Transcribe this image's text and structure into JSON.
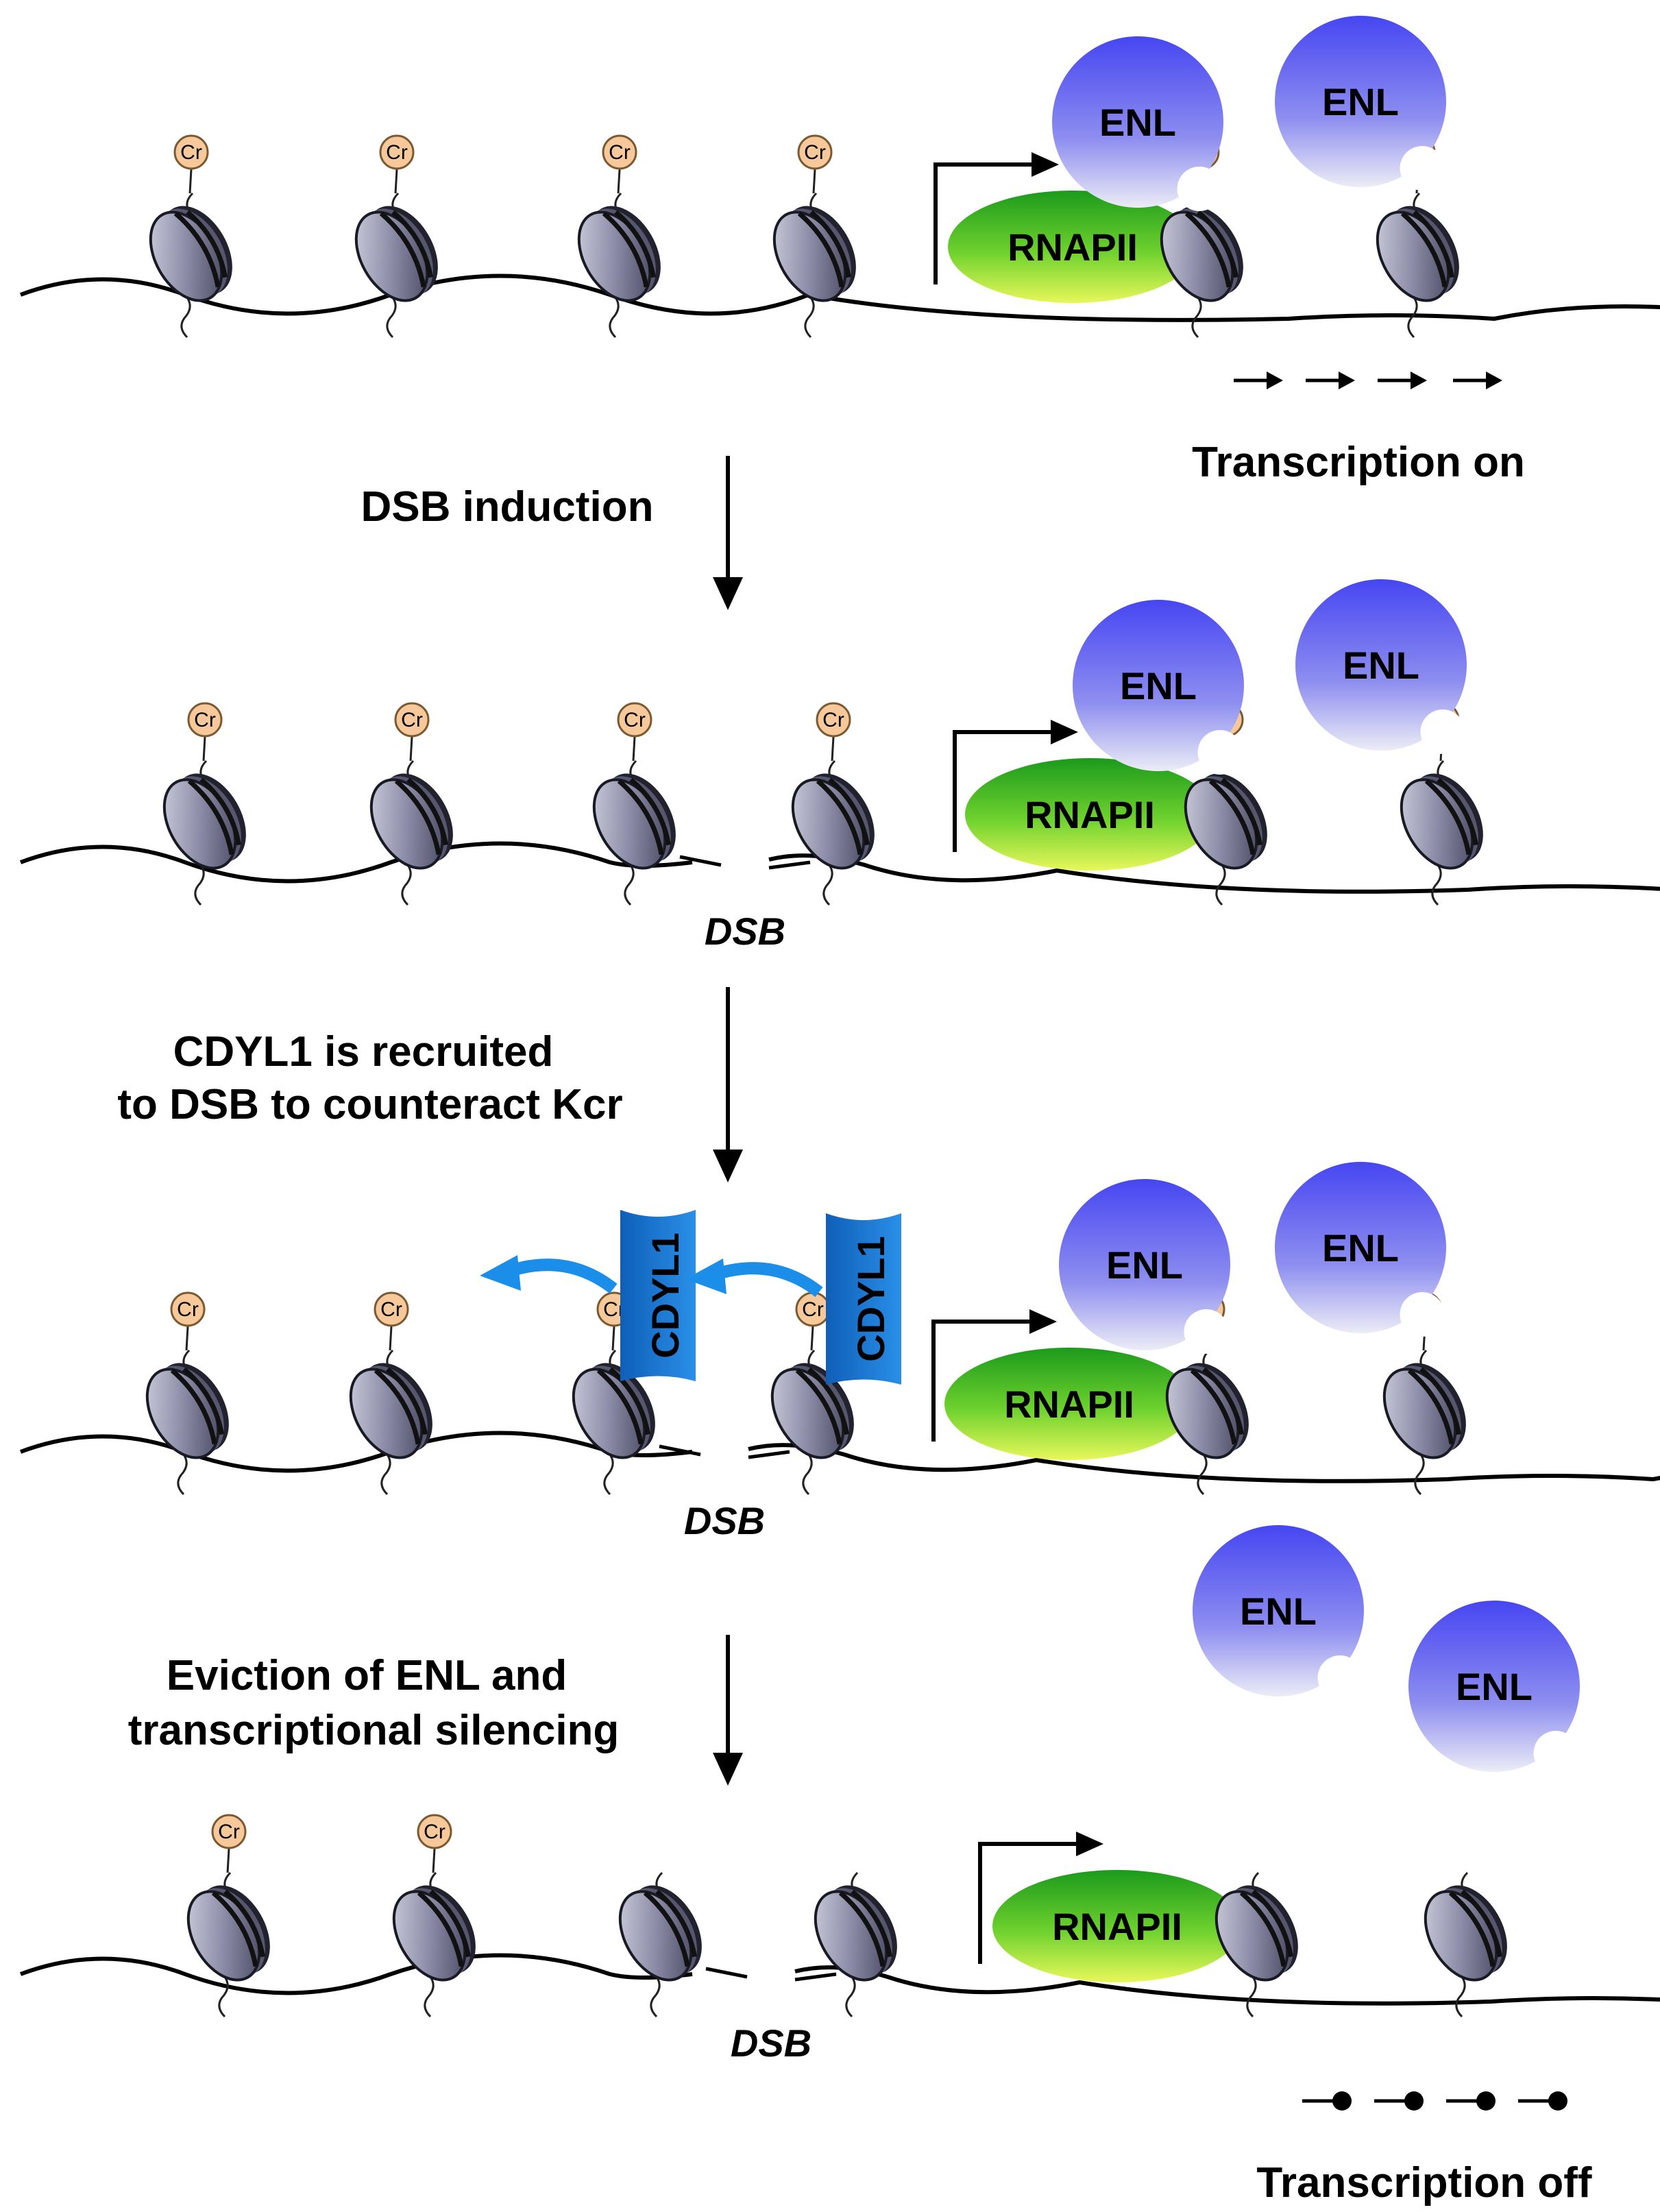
{
  "labels": {
    "transcription_on": "Transcription on",
    "transcription_off": "Transcription off",
    "step1": "DSB induction",
    "step2_line1": "CDYL1 is recruited",
    "step2_line2": "to DSB to counteract Kcr",
    "step3_line1": "Eviction of ENL and",
    "step3_line2": "transcriptional silencing",
    "dsb": "DSB",
    "enl": "ENL",
    "rnapii": "RNAPII",
    "cdyl1": "CDYL1",
    "cr": "Cr"
  },
  "colors": {
    "enl": "#5a5af0",
    "rnapii": "#3fbf1f",
    "cdyl1": "#1a7ad8",
    "cr_mark": "#f6c89a",
    "nucleosome": "#6a6a88"
  },
  "panels": [
    {
      "dsb": false,
      "cdyl1": false,
      "enl_bound": true,
      "cr_marks_after_break": true
    },
    {
      "dsb": true,
      "cdyl1": false,
      "enl_bound": true,
      "cr_marks_after_break": true
    },
    {
      "dsb": true,
      "cdyl1": true,
      "enl_bound": true,
      "cr_marks_after_break": true
    },
    {
      "dsb": true,
      "cdyl1": false,
      "enl_bound": false,
      "cr_marks_after_break": false
    }
  ]
}
